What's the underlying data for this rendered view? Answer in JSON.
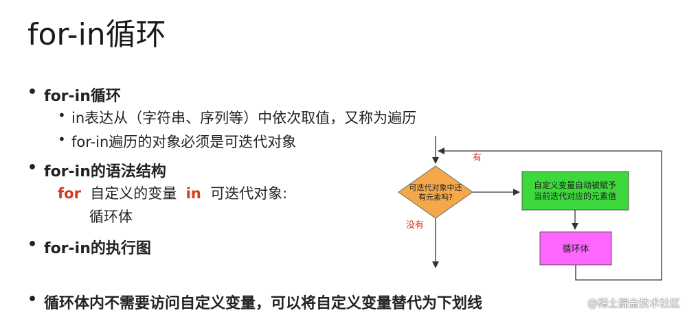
{
  "title": "for-in循环",
  "bullets": [
    {
      "text": "for-in循环",
      "sub": [
        "in表达从（字符串、序列等）中依次取值，又称为遍历",
        "for-in遍历的对象必须是可迭代对象"
      ]
    },
    {
      "text": "for-in的语法结构"
    },
    {
      "text": "for-in的执行图"
    },
    {
      "text": "循环体内不需要访问自定义变量，可以将自定义变量替代为下划线"
    }
  ],
  "syntax": {
    "kw_for": "for",
    "var": "自定义的变量",
    "kw_in": "in",
    "iter": "可迭代对象:",
    "body": "循环体"
  },
  "flowchart": {
    "decision": [
      "可迭代对象中还",
      "有元素吗?"
    ],
    "assign": [
      "自定义变量自动被赋予",
      "当前迭代对应的元素值"
    ],
    "loop_body": "循环体",
    "yes_label": "有",
    "no_label": "没有",
    "colors": {
      "decision_fill": "#f5a84a",
      "assign_fill": "#3cd83c",
      "body_fill": "#ff66ff",
      "label_red": "#e03020"
    }
  },
  "watermark": "@稀土掘金技术社区"
}
